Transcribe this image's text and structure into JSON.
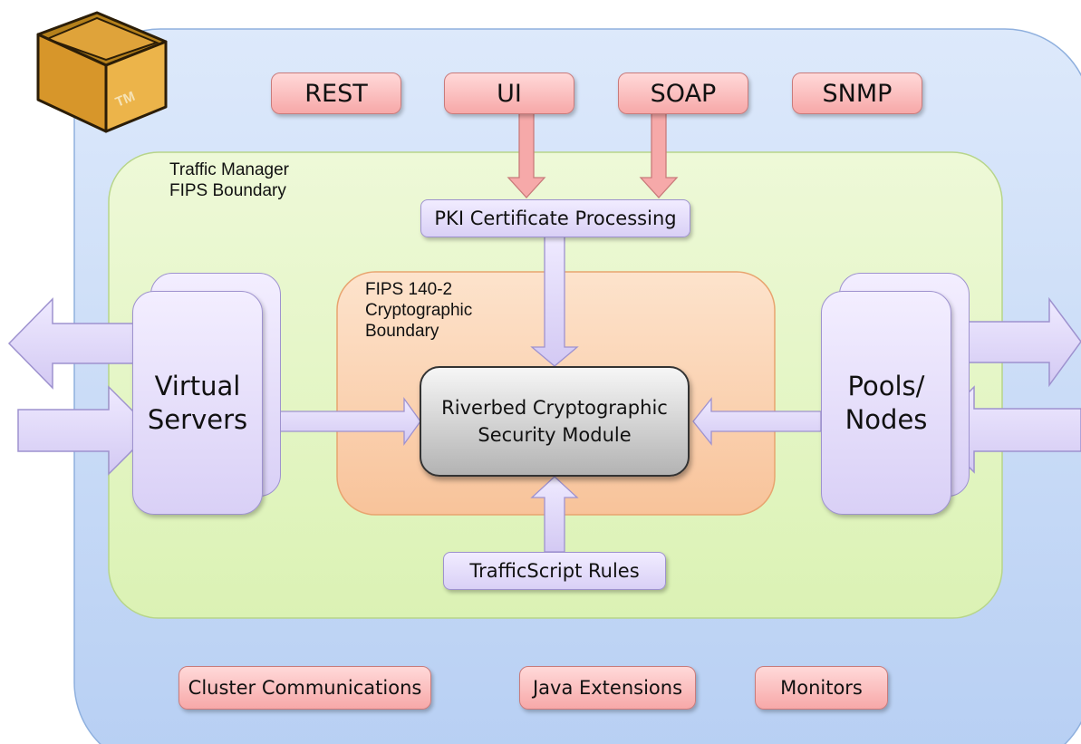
{
  "logo": {
    "tm_mark": "TM"
  },
  "interfaces": [
    "REST",
    "UI",
    "SOAP",
    "SNMP"
  ],
  "traffic_manager_label": "Traffic Manager\nFIPS Boundary",
  "pki_box": "PKI Certificate Processing",
  "fips_label": "FIPS 140-2\nCryptographic\nBoundary",
  "virtual_servers": "Virtual\nServers",
  "security_module": "Riverbed Cryptographic\nSecurity Module",
  "pools_nodes": "Pools/\nNodes",
  "trafficscript_box": "TrafficScript Rules",
  "services": [
    "Cluster Communications",
    "Java Extensions",
    "Monitors"
  ],
  "colors": {
    "outer_fill": "#c9dcf7",
    "traffic_manager_fill": "#e4f4c4",
    "fips_fill": "#fbd3b3",
    "pink_box": "#f7a8a8",
    "lavender": "#d9d0f6",
    "module_gray": "#bdbdbd"
  }
}
